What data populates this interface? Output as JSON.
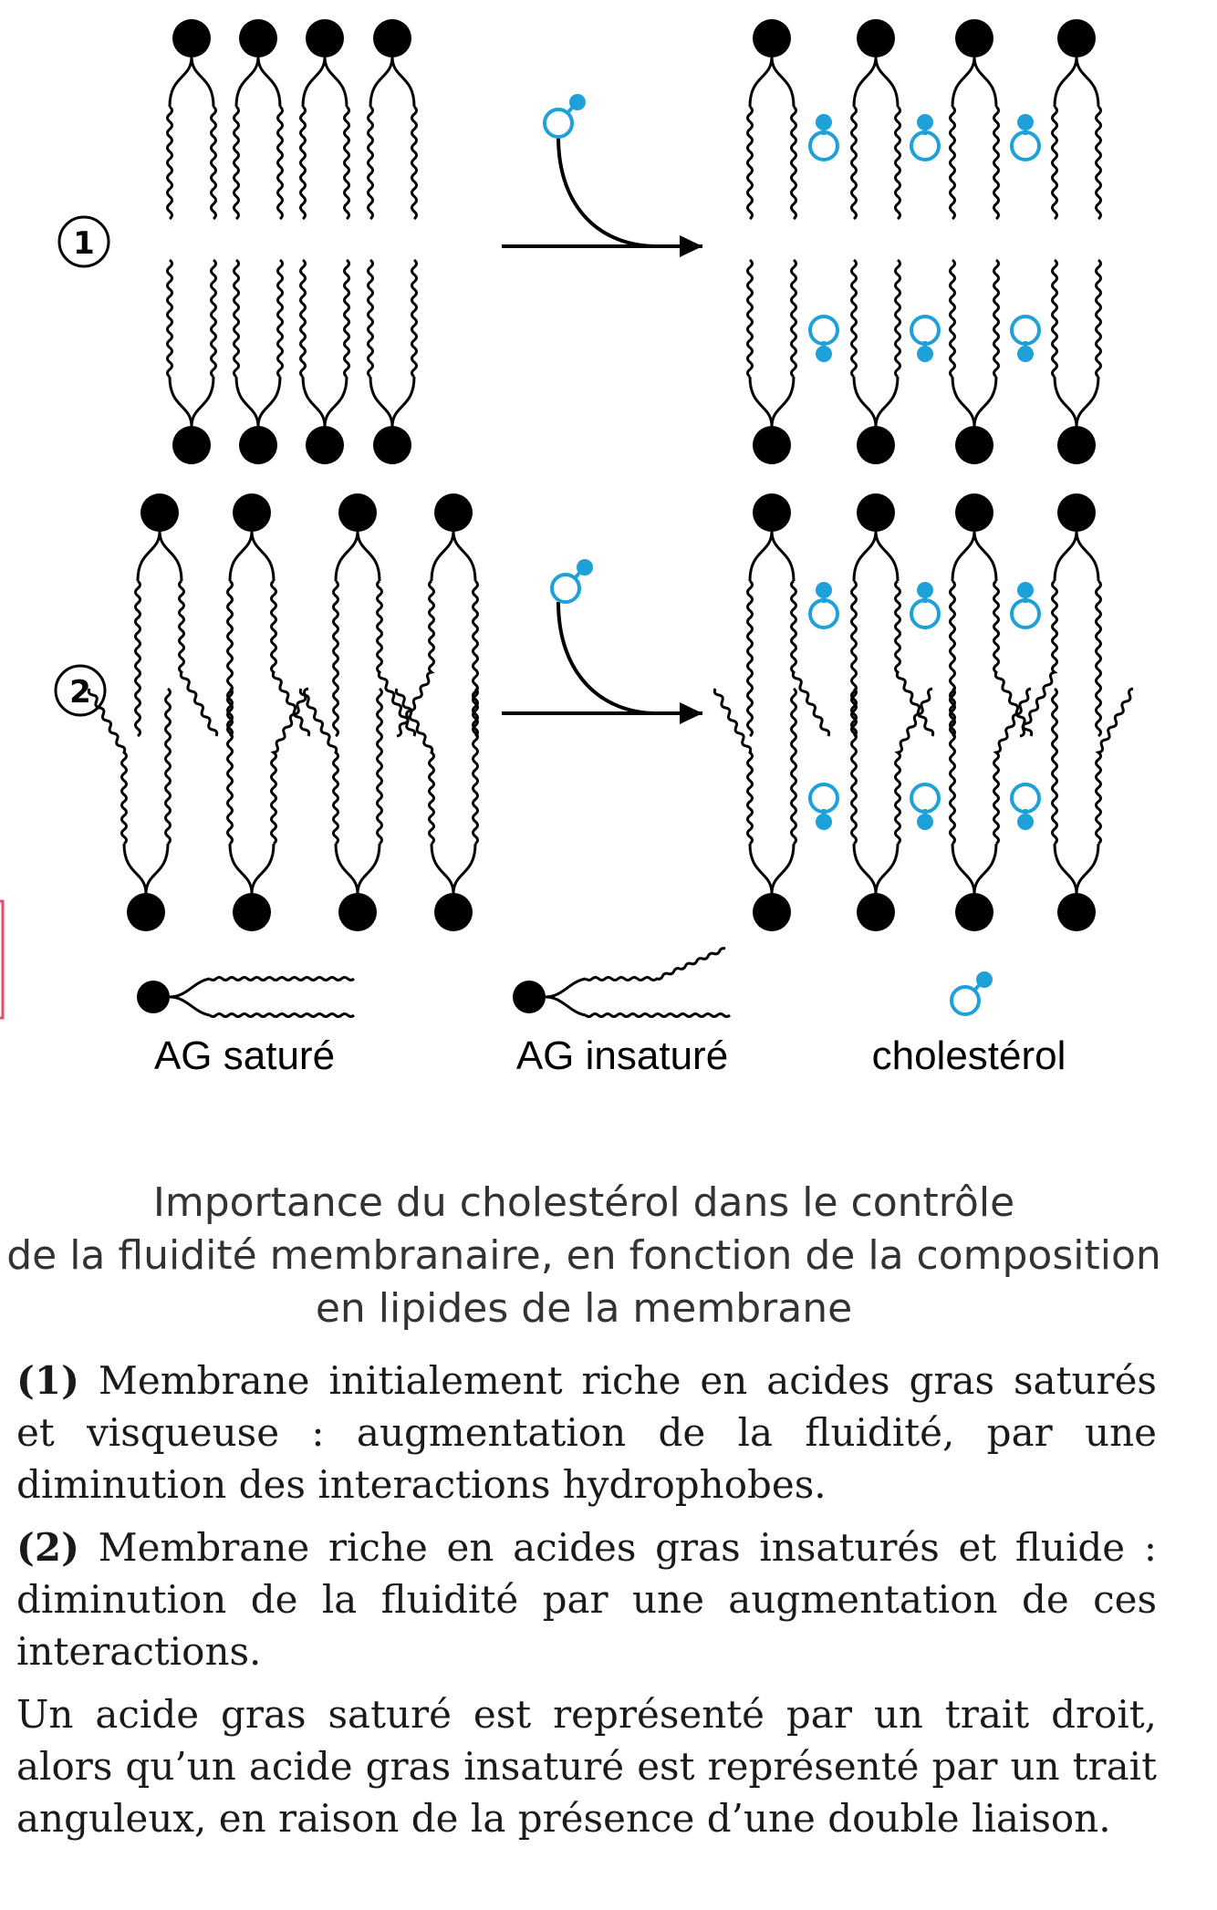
{
  "diagram": {
    "row_labels": [
      "①",
      "②"
    ],
    "legend": {
      "saturated": "AG saturé",
      "unsaturated": "AG insaturé",
      "cholesterol": "cholestérol"
    },
    "colors": {
      "lipid": "#000000",
      "cholesterol": "#1ea0d8",
      "margin_mark": "#e0506e"
    }
  },
  "caption": {
    "title_lines": [
      "Importance du cholestérol dans le contrôle",
      "de la fluidité membranaire, en fonction de la composition",
      "en lipides de la membrane"
    ],
    "paragraphs": [
      {
        "marker": "(1)",
        "text": " Membrane initialement riche en acides gras saturés et visqueuse : augmentation de la fluidité, par une diminution des interactions hydrophobes."
      },
      {
        "marker": "(2)",
        "text": " Membrane riche en acides gras insaturés et fluide : diminution de la fluidité par une augmentation de ces interactions."
      },
      {
        "marker": "",
        "text": "Un acide gras saturé est représenté par un trait droit, alors qu’un acide gras insaturé est représenté par un trait anguleux, en raison de la présence d’une double liaison."
      }
    ]
  }
}
